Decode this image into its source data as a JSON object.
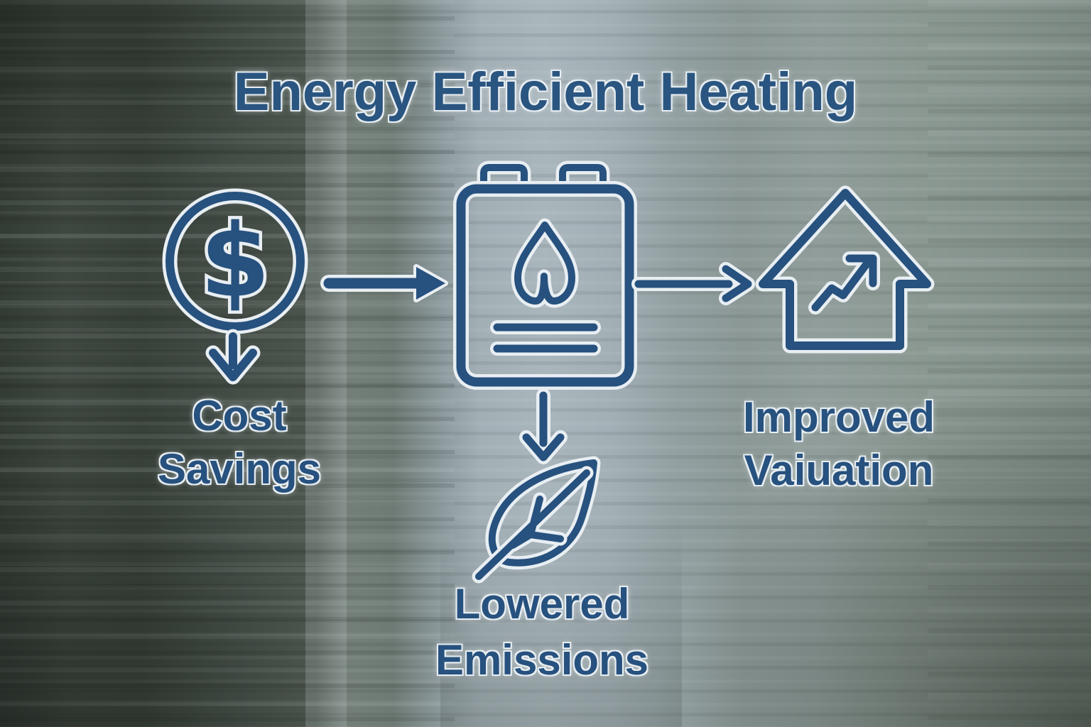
{
  "title": "Energy Efficient Heating",
  "colors": {
    "ink": "#27517e",
    "halo": "#e8eef2",
    "background_dark_olive": "#3e4740",
    "background_light_gray": "#a9b6bc"
  },
  "symbols": {
    "dollar": "$"
  },
  "diagram": {
    "nodes": [
      {
        "id": "cost",
        "icon": "dollar-coin-icon",
        "label_line1": "Cost",
        "label_line2": "Savings"
      },
      {
        "id": "heater",
        "icon": "boiler-flame-icon",
        "label_line1": "",
        "label_line2": ""
      },
      {
        "id": "valuation",
        "icon": "house-growth-icon",
        "label_line1": "Improved",
        "label_line2": "Vaiuation"
      },
      {
        "id": "emissions",
        "icon": "leaf-icon",
        "label_line1": "Lowered",
        "label_line2": "Emissions"
      }
    ],
    "edges": [
      {
        "from": "cost",
        "to": "heater",
        "icon": "right-arrow-icon"
      },
      {
        "from": "heater",
        "to": "valuation",
        "icon": "right-arrow-icon"
      },
      {
        "from": "cost",
        "to": "cost-label",
        "icon": "down-arrow-icon"
      },
      {
        "from": "heater",
        "to": "emissions",
        "icon": "down-arrow-icon"
      }
    ]
  }
}
